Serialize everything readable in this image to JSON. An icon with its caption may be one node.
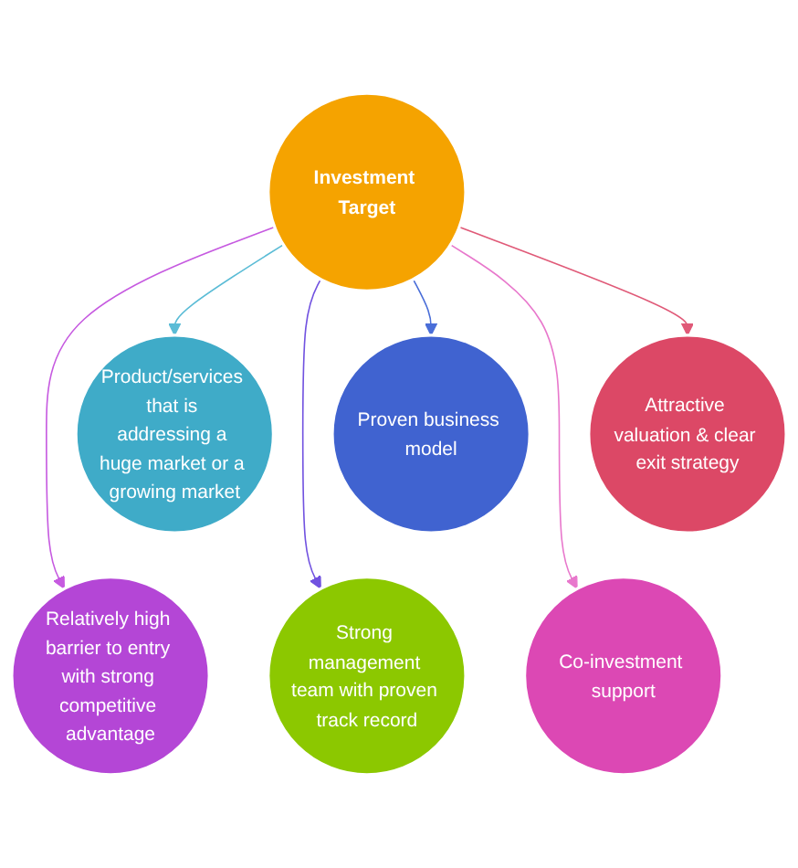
{
  "diagram": {
    "nodes": [
      {
        "text": [
          "Investment Target"
        ]
      },
      {
        "text": [
          "Product/services that is addressing a huge market or a growing market"
        ]
      },
      {
        "text": [
          "Proven business model"
        ]
      },
      {
        "text": [
          "Strong management team with proven track record"
        ]
      },
      {
        "text": [
          "Relatively high barrier to entry with strong competitive advantage"
        ]
      },
      {
        "text": [
          "Co-investment support"
        ]
      },
      {
        "text": [
          "Attractive valuation & clear exit strategy"
        ]
      }
    ],
    "edges": [
      {
        "from": 0,
        "to": 1,
        "arrow": "to",
        "color": "#5bbcd6"
      },
      {
        "from": 0,
        "to": 2,
        "arrow": "to",
        "color": "#4a6ed8"
      },
      {
        "from": 0,
        "to": 3,
        "arrow": "to",
        "color": "#7152e0"
      },
      {
        "from": 0,
        "to": 4,
        "arrow": "to",
        "color": "#c65ae0"
      },
      {
        "from": 0,
        "to": 5,
        "arrow": "to",
        "color": "#e878cc"
      },
      {
        "from": 0,
        "to": 6,
        "arrow": "to",
        "color": "#e05a78"
      }
    ]
  }
}
